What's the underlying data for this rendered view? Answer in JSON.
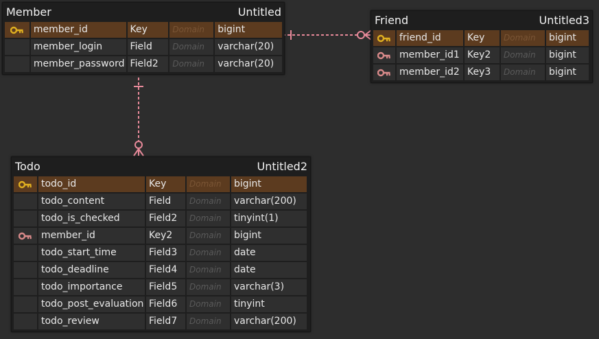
{
  "colors": {
    "background": "#2d2d2d",
    "primary_key_row": "#5c3b1f",
    "primary_key_icon": "#e0b020",
    "foreign_key_icon": "#d98a8a",
    "relationship_line": "#e88a9a"
  },
  "entities": {
    "member": {
      "name": "Member",
      "table": "Untitled",
      "rows": [
        {
          "column": "member_id",
          "field": "Key",
          "domain": "Domain",
          "type": "bigint",
          "icon": "primary-key-icon"
        },
        {
          "column": "member_login",
          "field": "Field",
          "domain": "Domain",
          "type": "varchar(20)",
          "icon": ""
        },
        {
          "column": "member_password",
          "field": "Field2",
          "domain": "Domain",
          "type": "varchar(20)",
          "icon": ""
        }
      ]
    },
    "friend": {
      "name": "Friend",
      "table": "Untitled3",
      "rows": [
        {
          "column": "friend_id",
          "field": "Key",
          "domain": "Domain",
          "type": "bigint",
          "icon": "primary-key-icon"
        },
        {
          "column": "member_id1",
          "field": "Key2",
          "domain": "Domain",
          "type": "bigint",
          "icon": "foreign-key-icon"
        },
        {
          "column": "member_id2",
          "field": "Key3",
          "domain": "Domain",
          "type": "bigint",
          "icon": "foreign-key-icon"
        }
      ]
    },
    "todo": {
      "name": "Todo",
      "table": "Untitled2",
      "rows": [
        {
          "column": "todo_id",
          "field": "Key",
          "domain": "Domain",
          "type": "bigint",
          "icon": "primary-key-icon"
        },
        {
          "column": "todo_content",
          "field": "Field",
          "domain": "Domain",
          "type": "varchar(200)",
          "icon": ""
        },
        {
          "column": "todo_is_checked",
          "field": "Field2",
          "domain": "Domain",
          "type": "tinyint(1)",
          "icon": ""
        },
        {
          "column": "member_id",
          "field": "Key2",
          "domain": "Domain",
          "type": "bigint",
          "icon": "foreign-key-icon"
        },
        {
          "column": "todo_start_time",
          "field": "Field3",
          "domain": "Domain",
          "type": "date",
          "icon": ""
        },
        {
          "column": "todo_deadline",
          "field": "Field4",
          "domain": "Domain",
          "type": "date",
          "icon": ""
        },
        {
          "column": "todo_importance",
          "field": "Field5",
          "domain": "Domain",
          "type": "varchar(3)",
          "icon": ""
        },
        {
          "column": "todo_post_evaluation",
          "field": "Field6",
          "domain": "Domain",
          "type": "tinyint",
          "icon": ""
        },
        {
          "column": "todo_review",
          "field": "Field7",
          "domain": "Domain",
          "type": "varchar(200)",
          "icon": ""
        }
      ]
    }
  },
  "relationships": [
    {
      "from": "Member",
      "to": "Friend",
      "from_cardinality": "one",
      "to_cardinality": "zero-or-many"
    },
    {
      "from": "Member",
      "to": "Todo",
      "from_cardinality": "one",
      "to_cardinality": "zero-or-many"
    }
  ]
}
